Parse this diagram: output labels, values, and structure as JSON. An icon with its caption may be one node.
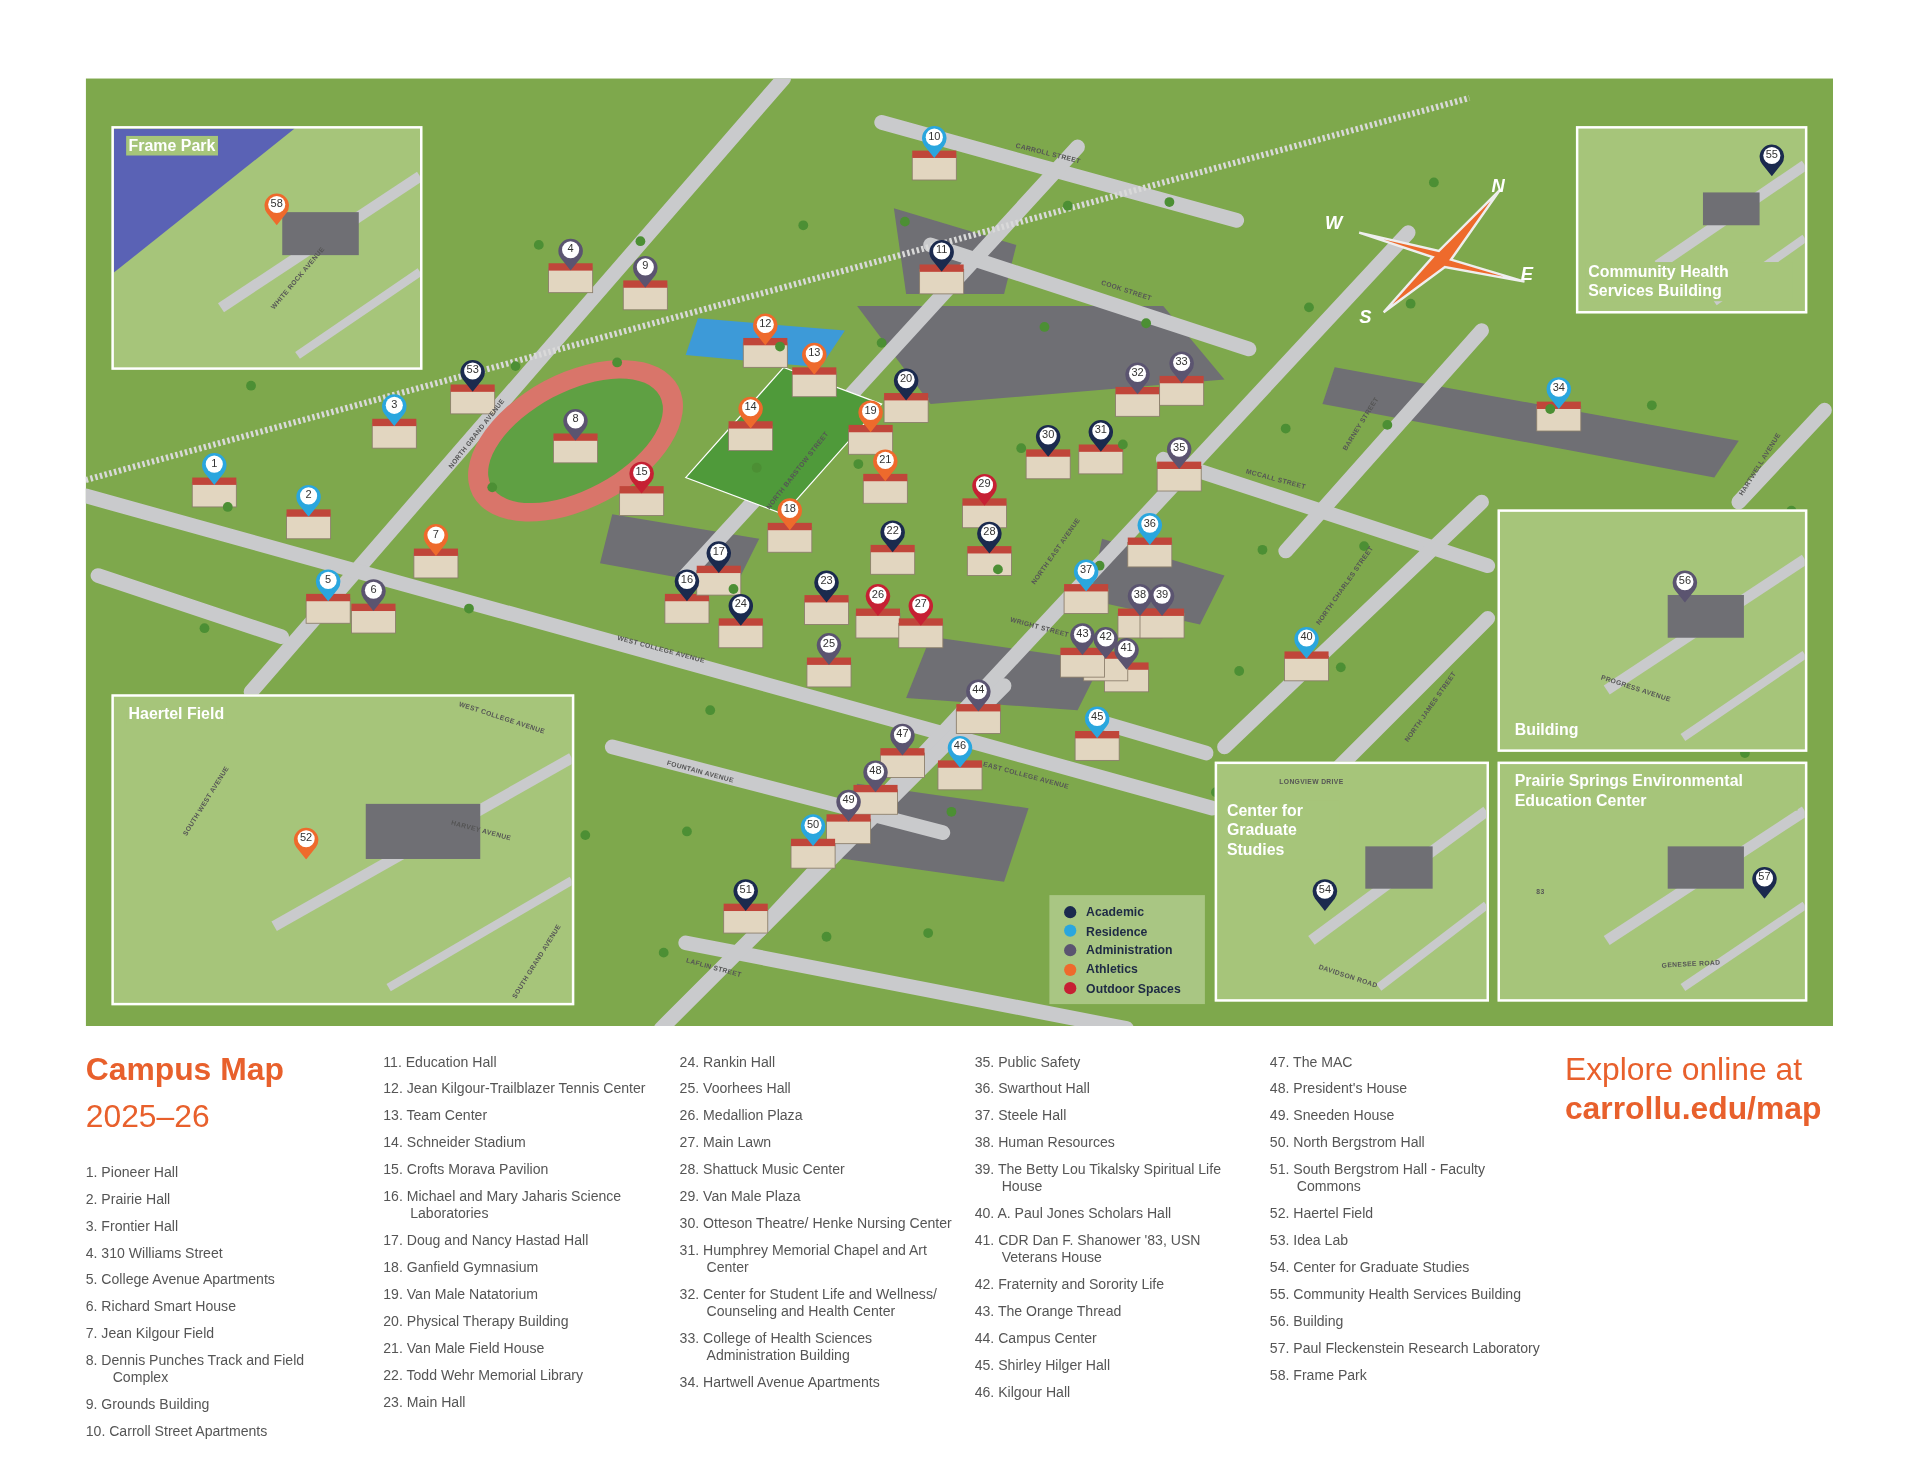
{
  "diagram": {
    "title": "Campus Map",
    "nodes": [
      {
        "text": [
          "Frame Park"
        ]
      },
      {
        "text": [
          "Community Health Services Building"
        ]
      },
      {
        "text": [
          "Building"
        ]
      },
      {
        "text": [
          "Haertel Field"
        ]
      },
      {
        "text": [
          "Center for Graduate Studies"
        ]
      },
      {
        "text": [
          "Prairie Springs Environmental Education Center"
        ]
      }
    ],
    "labels": [
      "1",
      "2",
      "3",
      "4",
      "5",
      "6",
      "7",
      "8",
      "9",
      "10",
      "11",
      "12",
      "13",
      "14",
      "15",
      "16",
      "17",
      "18",
      "19",
      "20",
      "21",
      "22",
      "23",
      "24",
      "25",
      "26",
      "27",
      "28",
      "29",
      "30",
      "31",
      "32",
      "33",
      "34",
      "35",
      "36",
      "37",
      "38",
      "39",
      "40",
      "41",
      "42",
      "43",
      "44",
      "45",
      "46",
      "47",
      "48",
      "49",
      "50",
      "51",
      "52",
      "53",
      "54",
      "55",
      "56",
      "57",
      "58",
      "CARROLL STREET",
      "COOK STREET",
      "NORTH GRAND AVENUE",
      "NORTH BARSTOW STREET",
      "WEST COLLEGE AVENUE",
      "EAST COLLEGE AVENUE",
      "MCCALL STREET",
      "BARNEY STREET",
      "HARTWELL AVENUE",
      "NORTH EAST AVENUE",
      "NORTH CHARLES STREET",
      "NORTH JAMES STREET",
      "WRIGHT STREET",
      "FOUNTAIN AVENUE",
      "LAFLIN STREET",
      "WHITE ROCK AVENUE",
      "SOUTH WEST AVENUE",
      "WEST COLLEGE AVENUE",
      "HARVEY AVENUE",
      "SOUTH GRAND AVENUE",
      "PROGRESS AVENUE",
      "LONGVIEW DRIVE",
      "DAVIDSON ROAD",
      "83",
      "GENESEE ROAD",
      "N",
      "W",
      "E",
      "S",
      "2025–26",
      "1. Pioneer Hall",
      "2. Prairie Hall",
      "3. Frontier Hall",
      "4. 310 Williams Street",
      "5. College Avenue Apartments",
      "6. Richard Smart House",
      "7. Jean Kilgour Field",
      "8. Dennis Punches Track and Field Complex",
      "9. Grounds Building",
      "10. Carroll Street Apartments",
      "11. Education Hall",
      "12. Jean Kilgour-Trailblazer Tennis Center",
      "13. Team Center",
      "14. Schneider Stadium",
      "15. Crofts Morava Pavilion",
      "16. Michael and Mary Jaharis Science Laboratories",
      "17. Doug and Nancy Hastad Hall",
      "18. Ganfield Gymnasium",
      "19. Van Male Natatorium",
      "20. Physical Therapy Building",
      "21. Van Male Field House",
      "22. Todd Wehr Memorial Library",
      "23. Main Hall",
      "24. Rankin Hall",
      "25. Voorhees Hall",
      "26. Medallion Plaza",
      "27. Main Lawn",
      "28. Shattuck Music Center",
      "29. Van Male Plaza",
      "30. Otteson Theatre/ Henke Nursing Center",
      "31. Humphrey Memorial Chapel and Art Center",
      "32. Center for Student Life and Wellness/ Counseling and Health Center",
      "33. College of Health Sciences Administration Building",
      "34. Hartwell Avenue Apartments",
      "35. Public Safety",
      "36. Swarthout Hall",
      "37. Steele Hall",
      "38. Human Resources",
      "39. The Betty Lou Tikalsky Spiritual Life House",
      "40. A. Paul Jones Scholars Hall",
      "41. CDR Dan F. Shanower '83, USN Veterans House",
      "42. Fraternity and Sorority Life",
      "43. The Orange Thread",
      "44. Campus Center",
      "45. Shirley Hilger Hall",
      "46. Kilgour Hall",
      "47. The MAC",
      "48. President's House",
      "49. Sneeden House",
      "50. North Bergstrom Hall",
      "51. South Bergstrom Hall - Faculty Commons",
      "52. Haertel Field",
      "53. Idea Lab",
      "54. Center for Graduate Studies",
      "55. Community Health Services Building",
      "56. Building",
      "57. Paul Fleckenstein Research Laboratory",
      "58. Frame Park",
      "Explore online at",
      "carrollu.edu/map"
    ],
    "legend": [
      {
        "text": "Academic",
        "color": "#1b2a4e"
      },
      {
        "text": "Residence",
        "color": "#2aa6de"
      },
      {
        "text": "Administration",
        "color": "#5b5470"
      },
      {
        "text": "Athletics",
        "color": "#ee6a2c"
      },
      {
        "text": "Outdoor Spaces",
        "color": "#c62033"
      }
    ]
  }
}
